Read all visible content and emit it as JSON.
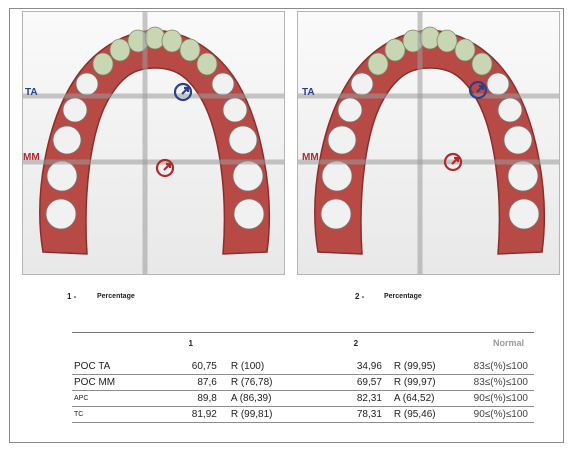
{
  "panels": [
    {
      "label_ta": "TA",
      "label_mm": "MM"
    },
    {
      "label_ta": "TA",
      "label_mm": "MM"
    }
  ],
  "captions": [
    {
      "num": "1 -",
      "text": "Percentage"
    },
    {
      "num": "2 -",
      "text": "Percentage"
    }
  ],
  "table": {
    "headers": [
      "",
      "1",
      "",
      "2",
      "",
      "Normal"
    ],
    "rows": [
      {
        "name": "POC TA",
        "v1": "60,75",
        "r1": "R (100)",
        "v2": "34,96",
        "r2": "R (99,95)",
        "normal": "83≤(%)≤100"
      },
      {
        "name": "POC MM",
        "v1": "87,6",
        "r1": "R (76,78)",
        "v2": "69,57",
        "r2": "R (99,97)",
        "normal": "83≤(%)≤100"
      },
      {
        "name": "APC",
        "v1": "89,8",
        "r1": "A (86,39)",
        "v2": "82,31",
        "r2": "A (64,52)",
        "normal": "90≤(%)≤100"
      },
      {
        "name": "TC",
        "v1": "81,92",
        "r1": "R (99,81)",
        "v2": "78,31",
        "r2": "R (95,46)",
        "normal": "90≤(%)≤100"
      }
    ]
  },
  "colors": {
    "ta": "#2a3f8f",
    "mm": "#b02a2a",
    "gum": "#b84a45"
  }
}
